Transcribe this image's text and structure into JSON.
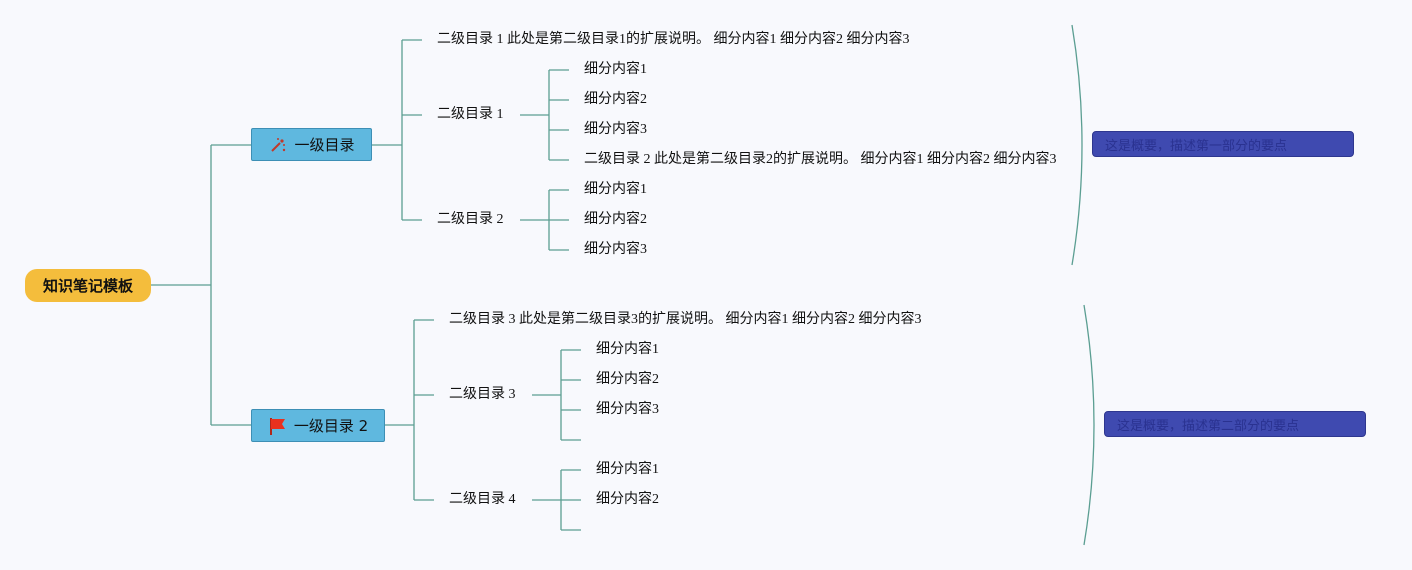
{
  "root": {
    "label": "知识笔记模板"
  },
  "branches": [
    {
      "label": "一级目录",
      "icon": "sparkle-icon",
      "children": [
        {
          "label": "二级目录 1 此处是第二级目录1的扩展说明。 细分内容1 细分内容2 细分内容3",
          "children": []
        },
        {
          "label": "二级目录 1",
          "children": [
            {
              "label": "细分内容1"
            },
            {
              "label": "细分内容2"
            },
            {
              "label": "细分内容3"
            },
            {
              "label": "二级目录 2 此处是第二级目录2的扩展说明。 细分内容1 细分内容2 细分内容3"
            }
          ]
        },
        {
          "label": "二级目录 2",
          "children": [
            {
              "label": "细分内容1"
            },
            {
              "label": "细分内容2"
            },
            {
              "label": "细分内容3"
            }
          ]
        }
      ],
      "summary": "这是概要，描述第一部分的要点"
    },
    {
      "label": "一级目录 2",
      "icon": "red-flag-icon",
      "children": [
        {
          "label": "二级目录 3 此处是第二级目录3的扩展说明。 细分内容1 细分内容2 细分内容3",
          "children": []
        },
        {
          "label": "二级目录 3",
          "children": [
            {
              "label": "细分内容1"
            },
            {
              "label": "细分内容2"
            },
            {
              "label": "细分内容3"
            },
            {
              "label": ""
            }
          ]
        },
        {
          "label": "二级目录 4",
          "children": [
            {
              "label": "细分内容1"
            },
            {
              "label": "细分内容2"
            },
            {
              "label": ""
            }
          ]
        }
      ],
      "summary": "这是概要，描述第二部分的要点"
    }
  ],
  "colors": {
    "connector": "#5b9e92",
    "root_fill": "#f4bd3c",
    "topic_fill": "#5fb8df",
    "summary_fill": "#3f4ab0",
    "flag": "#e8311e"
  }
}
